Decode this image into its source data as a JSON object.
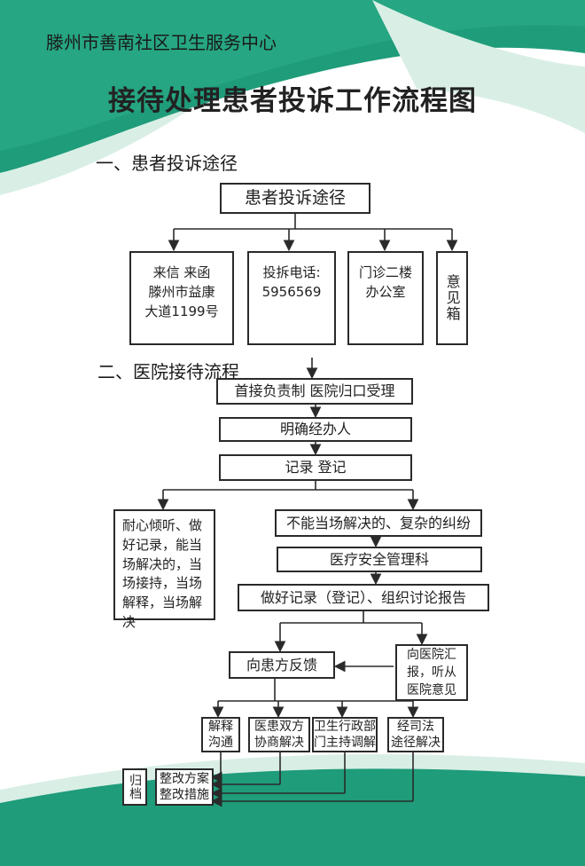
{
  "colors": {
    "accent_green": "#1f9c7a",
    "light_green": "#d9efe6",
    "line": "#2a2a2a"
  },
  "header": {
    "org": "滕州市善南社区卫生服务中心",
    "title": "接待处理患者投诉工作流程图"
  },
  "sections": {
    "one": "一、患者投诉途径",
    "two": "二、医院接待流程"
  },
  "channels": {
    "root": "患者投诉途径",
    "letter": "来信 来函\n滕州市益康\n大道1199号",
    "phone": "投拆电话:\n5956569",
    "office": "门诊二楼\n办公室",
    "box": "意见箱"
  },
  "flow": {
    "step1": "首接负责制 医院归口受理",
    "step2": "明确经办人",
    "step3": "记录 登记",
    "left_branch": "耐心倾听、做好记录，能当场解决的，当场接持，当场解释，当场解决",
    "right1": "不能当场解决的、复杂的纠纷",
    "right2": "医疗安全管理科",
    "right3": "做好记录（登记）、组织讨论报告",
    "feedback": "向患方反馈",
    "report": "向医院汇\n报，听从\n医院意见",
    "opt1": "解释\n沟通",
    "opt2": "医患双方\n协商解决",
    "opt3": "卫生行政部\n门主持调解",
    "opt4": "经司法\n途径解决",
    "plan": "整改方案\n整改措施",
    "archive": "归档"
  }
}
